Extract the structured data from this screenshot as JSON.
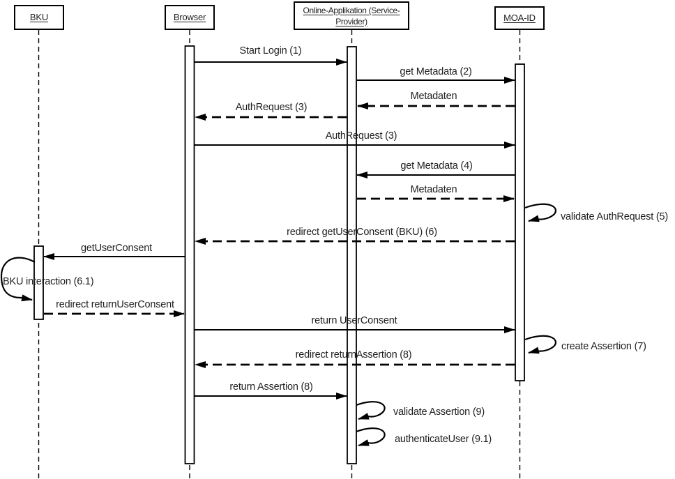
{
  "diagram": {
    "type": "uml-sequence-diagram",
    "colors": {
      "background": "#ffffff",
      "line": "#000000",
      "text": "#1f1f1f"
    },
    "actors": [
      {
        "id": "bku",
        "label": "BKU",
        "lines": [
          "BKU"
        ]
      },
      {
        "id": "browser",
        "label": "Browser",
        "lines": [
          "Browser"
        ]
      },
      {
        "id": "sp",
        "label": "Online-Applikation (Service-Provider)",
        "lines": [
          "Online-Applikation (Service-",
          "Provider)"
        ]
      },
      {
        "id": "moaid",
        "label": "MOA-ID",
        "lines": [
          "MOA-ID"
        ]
      }
    ],
    "messages": [
      {
        "label": "Start Login (1)",
        "from": "Browser",
        "to": "Online-Applikation (Service-Provider)",
        "kind": "solid"
      },
      {
        "label": "get Metadata (2)",
        "from": "Online-Applikation (Service-Provider)",
        "to": "MOA-ID",
        "kind": "solid"
      },
      {
        "label": "Metadaten",
        "from": "MOA-ID",
        "to": "Online-Applikation (Service-Provider)",
        "kind": "dashed"
      },
      {
        "label": "AuthRequest (3)",
        "from": "Online-Applikation (Service-Provider)",
        "to": "Browser",
        "kind": "dashed"
      },
      {
        "label": "AuthRequest (3)",
        "from": "Browser",
        "to": "MOA-ID",
        "kind": "solid"
      },
      {
        "label": "get Metadata (4)",
        "from": "MOA-ID",
        "to": "Online-Applikation (Service-Provider)",
        "kind": "solid"
      },
      {
        "label": "Metadaten",
        "from": "Online-Applikation (Service-Provider)",
        "to": "MOA-ID",
        "kind": "dashed"
      },
      {
        "label": "validate AuthRequest (5)",
        "from": "MOA-ID",
        "to": "MOA-ID",
        "kind": "self"
      },
      {
        "label": "redirect getUserConsent (BKU) (6)",
        "from": "MOA-ID",
        "to": "Browser",
        "kind": "dashed"
      },
      {
        "label": "getUserConsent",
        "from": "Browser",
        "to": "BKU",
        "kind": "solid"
      },
      {
        "label": "BKU interaction (6.1)",
        "from": "BKU",
        "to": "BKU",
        "kind": "self"
      },
      {
        "label": "redirect returnUserConsent",
        "from": "BKU",
        "to": "Browser",
        "kind": "dashed"
      },
      {
        "label": "return UserConsent",
        "from": "Browser",
        "to": "MOA-ID",
        "kind": "solid"
      },
      {
        "label": "create Assertion (7)",
        "from": "MOA-ID",
        "to": "MOA-ID",
        "kind": "self"
      },
      {
        "label": "redirect returnAssertion (8)",
        "from": "MOA-ID",
        "to": "Browser",
        "kind": "dashed"
      },
      {
        "label": "return Assertion (8)",
        "from": "Browser",
        "to": "Online-Applikation (Service-Provider)",
        "kind": "solid"
      },
      {
        "label": "validate Assertion (9)",
        "from": "Online-Applikation (Service-Provider)",
        "to": "Online-Applikation (Service-Provider)",
        "kind": "self"
      },
      {
        "label": "authenticateUser (9.1)",
        "from": "Online-Applikation (Service-Provider)",
        "to": "Online-Applikation (Service-Provider)",
        "kind": "self"
      }
    ]
  }
}
